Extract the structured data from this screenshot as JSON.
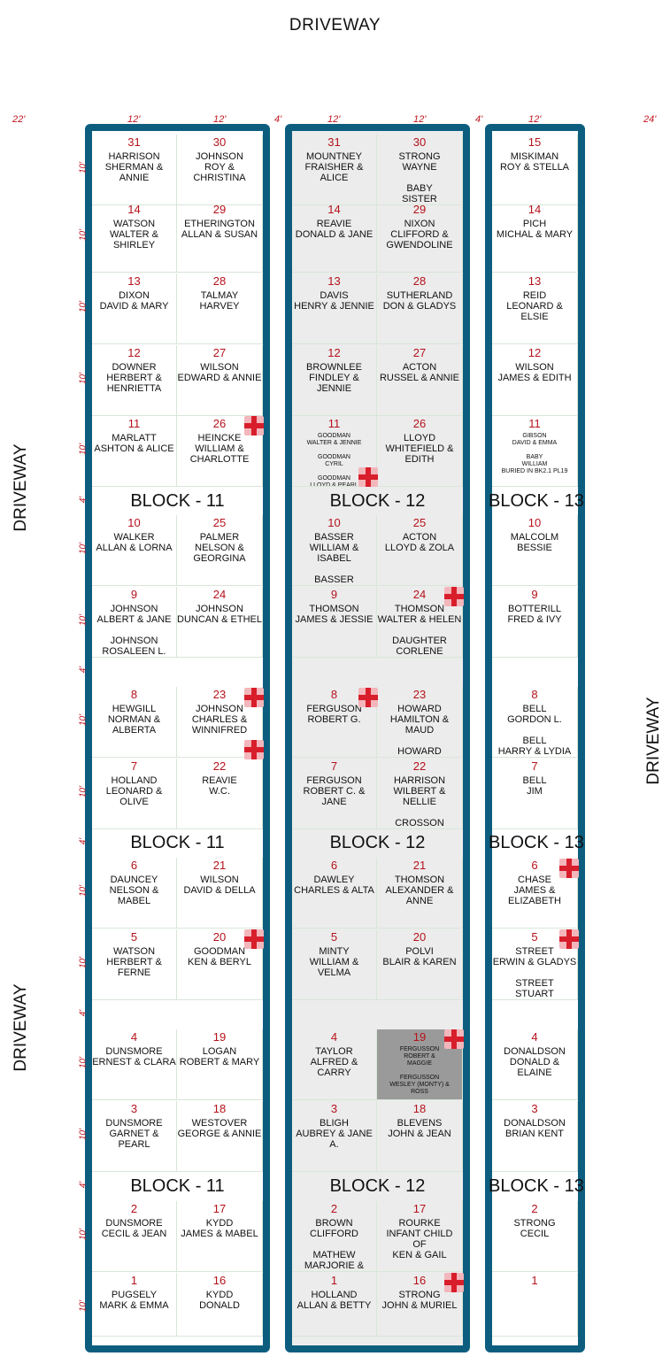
{
  "labels": {
    "driveway": "DRIVEWAY",
    "dim_22": "22'",
    "dim_24": "24'",
    "dim_12": "12'",
    "dim_4": "4'",
    "dim_10": "10'"
  },
  "blocks": {
    "b11": "BLOCK - 11",
    "b12": "BLOCK - 12",
    "b13": "BLOCK - 13"
  },
  "colors": {
    "frame": "#0d5e7e",
    "plot_number": "#b5121b",
    "dimension": "#c0151f",
    "marker": "#d81e2b"
  },
  "block11": {
    "left": [
      {
        "num": "31",
        "names": "HARRISON\nSHERMAN & ANNIE"
      },
      {
        "num": "14",
        "names": "WATSON\nWALTER & SHIRLEY"
      },
      {
        "num": "13",
        "names": "DIXON\nDAVID & MARY"
      },
      {
        "num": "12",
        "names": "DOWNER\nHERBERT &\nHENRIETTA"
      },
      {
        "num": "11",
        "names": "MARLATT\nASHTON & ALICE"
      },
      {
        "num": "10",
        "names": "WALKER\nALLAN & LORNA"
      },
      {
        "num": "9",
        "names": "JOHNSON\nALBERT & JANE\n\nJOHNSON\nROSALEEN L."
      },
      {
        "num": "8",
        "names": "HEWGILL\nNORMAN &\nALBERTA"
      },
      {
        "num": "7",
        "names": "HOLLAND\nLEONARD & OLIVE"
      },
      {
        "num": "6",
        "names": "DAUNCEY\nNELSON & MABEL"
      },
      {
        "num": "5",
        "names": "WATSON\nHERBERT & FERNE"
      },
      {
        "num": "4",
        "names": "DUNSMORE\nERNEST & CLARA"
      },
      {
        "num": "3",
        "names": "DUNSMORE\nGARNET & PEARL"
      },
      {
        "num": "2",
        "names": "DUNSMORE\nCECIL & JEAN"
      },
      {
        "num": "1",
        "names": "PUGSELY\nMARK & EMMA"
      }
    ],
    "right": [
      {
        "num": "30",
        "names": "JOHNSON\nROY & CHRISTINA"
      },
      {
        "num": "29",
        "names": "ETHERINGTON\nALLAN & SUSAN"
      },
      {
        "num": "28",
        "names": "TALMAY\nHARVEY"
      },
      {
        "num": "27",
        "names": "WILSON\nEDWARD & ANNIE"
      },
      {
        "num": "26",
        "names": "HEINCKE\nWILLIAM &\nCHARLOTTE"
      },
      {
        "num": "25",
        "names": "PALMER\nNELSON &\nGEORGINA"
      },
      {
        "num": "24",
        "names": "JOHNSON\nDUNCAN & ETHEL"
      },
      {
        "num": "23",
        "names": "JOHNSON\nCHARLES &\nWINNIFRED"
      },
      {
        "num": "22",
        "names": "REAVIE\nW.C."
      },
      {
        "num": "21",
        "names": "WILSON\nDAVID & DELLA"
      },
      {
        "num": "20",
        "names": "GOODMAN\nKEN & BERYL"
      },
      {
        "num": "19",
        "names": "LOGAN\nROBERT & MARY"
      },
      {
        "num": "18",
        "names": "WESTOVER\nGEORGE & ANNIE"
      },
      {
        "num": "17",
        "names": "KYDD\nJAMES & MABEL"
      },
      {
        "num": "16",
        "names": "KYDD\nDONALD"
      }
    ]
  },
  "block12": {
    "left": [
      {
        "num": "31",
        "names": "MOUNTNEY\nFRAISHER & ALICE"
      },
      {
        "num": "14",
        "names": "REAVIE\nDONALD & JANE"
      },
      {
        "num": "13",
        "names": "DAVIS\nHENRY & JENNIE"
      },
      {
        "num": "12",
        "names": "BROWNLEE\nFINDLEY & JENNIE"
      },
      {
        "num": "11",
        "names": "GOODMAN\nWALTER & JENNIE\n\nGOODMAN\nCYRIL\n\nGOODMAN\nLLOYD & PEARL"
      },
      {
        "num": "10",
        "names": "BASSER\nWILLIAM & ISABEL\n\nBASSER\nPENNY BELLE"
      },
      {
        "num": "9",
        "names": "THOMSON\nJAMES & JESSIE"
      },
      {
        "num": "8",
        "names": "FERGUSON\nROBERT  G."
      },
      {
        "num": "7",
        "names": "FERGUSON\nROBERT  C. & JANE"
      },
      {
        "num": "6",
        "names": "DAWLEY\nCHARLES & ALTA"
      },
      {
        "num": "5",
        "names": "MINTY\nWILLIAM & VELMA"
      },
      {
        "num": "4",
        "names": "TAYLOR\nALFRED & CARRY"
      },
      {
        "num": "3",
        "names": "BLIGH\nAUBREY & JANE A."
      },
      {
        "num": "2",
        "names": "BROWN\nCLIFFORD\n\nMATHEW\nMARJORIE & BABY"
      },
      {
        "num": "1",
        "names": "HOLLAND\nALLAN & BETTY"
      }
    ],
    "right": [
      {
        "num": "30",
        "names": "STRONG\nWAYNE\n\nBABY\nSISTER"
      },
      {
        "num": "29",
        "names": "NIXON\nCLIFFORD &\nGWENDOLINE"
      },
      {
        "num": "28",
        "names": "SUTHERLAND\nDON & GLADYS"
      },
      {
        "num": "27",
        "names": "ACTON\nRUSSEL & ANNIE"
      },
      {
        "num": "26",
        "names": "LLOYD\nWHITEFIELD &\nEDITH"
      },
      {
        "num": "25",
        "names": "ACTON\nLLOYD & ZOLA"
      },
      {
        "num": "24",
        "names": "THOMSON\nWALTER & HELEN\n\nDAUGHTER\nCORLENE"
      },
      {
        "num": "23",
        "names": "HOWARD\nHAMILTON & MAUD\n\nHOWARD\nEMILY MAY"
      },
      {
        "num": "22",
        "names": "HARRISON\nWILBERT & NELLIE\n\nCROSSON\nINEZ"
      },
      {
        "num": "21",
        "names": "THOMSON\nALEXANDER &\nANNE"
      },
      {
        "num": "20",
        "names": "POLVI\nBLAIR & KAREN"
      },
      {
        "num": "19",
        "names": "FERGUSSON\nROBERT &\nMAGGIE\n\nFERGUSSON\nWESLEY (MONTY) &\nROSS"
      },
      {
        "num": "18",
        "names": "BLEVENS\nJOHN & JEAN"
      },
      {
        "num": "17",
        "names": "ROURKE\nINFANT CHILD\nOF\nKEN & GAIL"
      },
      {
        "num": "16",
        "names": "STRONG\nJOHN & MURIEL"
      }
    ]
  },
  "block13": {
    "col": [
      {
        "num": "15",
        "names": "MISKIMAN\nROY & STELLA"
      },
      {
        "num": "14",
        "names": "PICH\nMICHAL & MARY"
      },
      {
        "num": "13",
        "names": "REID\nLEONARD & ELSIE"
      },
      {
        "num": "12",
        "names": "WILSON\nJAMES & EDITH"
      },
      {
        "num": "11",
        "names": "GIBSON\nDAVID & EMMA\n\nBABY\nWILLIAM\nBURIED IN BK2.1 PL19"
      },
      {
        "num": "10",
        "names": "MALCOLM\nBESSIE"
      },
      {
        "num": "9",
        "names": "BOTTERILL\nFRED & IVY"
      },
      {
        "num": "8",
        "names": "BELL\nGORDON L.\n\nBELL\nHARRY & LYDIA"
      },
      {
        "num": "7",
        "names": "BELL\nJIM"
      },
      {
        "num": "6",
        "names": "CHASE\nJAMES &\nELIZABETH"
      },
      {
        "num": "5",
        "names": "STREET\nERWIN & GLADYS\n\nSTREET\nSTUART"
      },
      {
        "num": "4",
        "names": "DONALDSON\nDONALD & ELAINE"
      },
      {
        "num": "3",
        "names": "DONALDSON\nBRIAN KENT"
      },
      {
        "num": "2",
        "names": "STRONG\nCECIL"
      },
      {
        "num": "1",
        "names": ""
      }
    ]
  }
}
